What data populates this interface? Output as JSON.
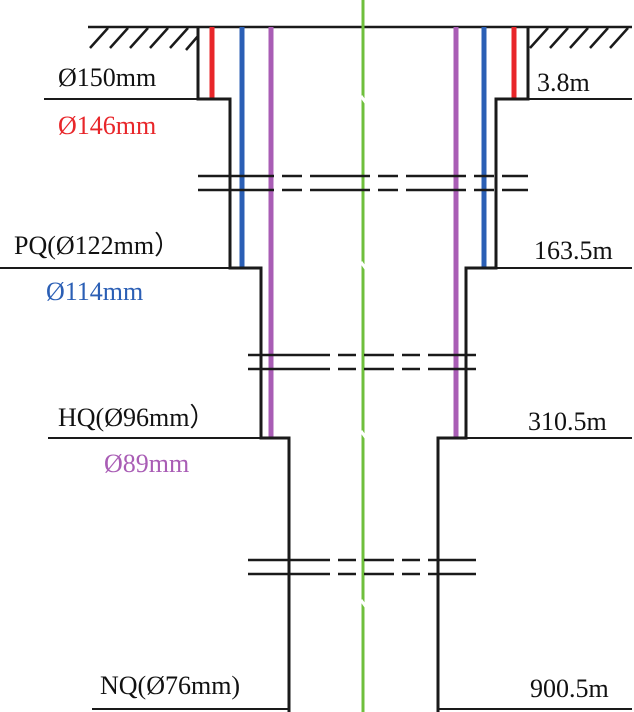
{
  "colors": {
    "line": "#1a1a1a",
    "casing_146": "#e8262a",
    "casing_114": "#2b5fb5",
    "casing_89": "#a95db5",
    "centerline": "#6fbf3c",
    "text_black": "#111111"
  },
  "sections": [
    {
      "id": "s150",
      "hole_label": "Ø150mm",
      "casing_label": "Ø146mm",
      "casing_color": "#e8262a",
      "depth_label": "3.8m"
    },
    {
      "id": "sPQ",
      "hole_label": "PQ(Ø122mm）",
      "casing_label": "Ø114mm",
      "casing_color": "#2b5fb5",
      "depth_label": "163.5m"
    },
    {
      "id": "sHQ",
      "hole_label": "HQ(Ø96mm）",
      "casing_label": "Ø89mm",
      "casing_color": "#a95db5",
      "depth_label": "310.5m"
    },
    {
      "id": "sNQ",
      "hole_label": "NQ(Ø76mm)",
      "casing_label": "",
      "casing_color": "",
      "depth_label": "900.5m"
    }
  ]
}
